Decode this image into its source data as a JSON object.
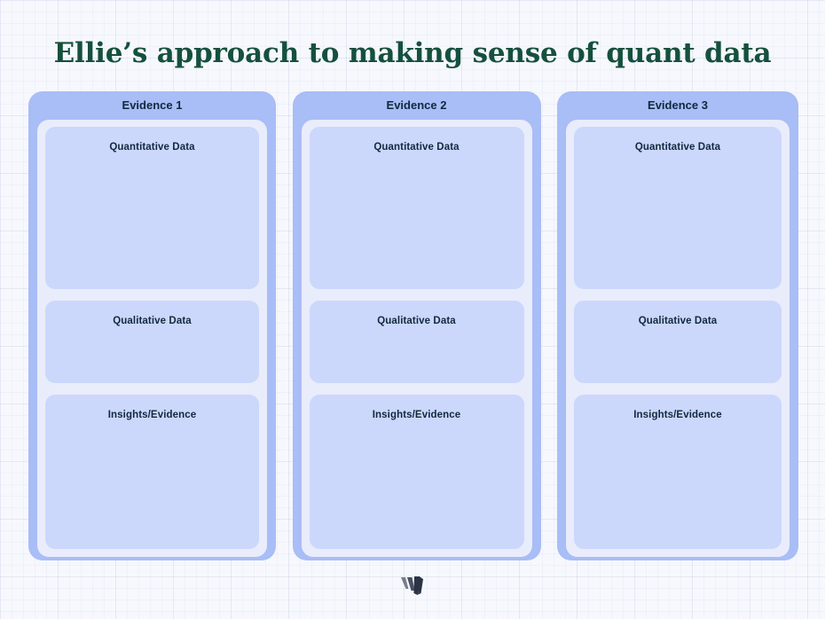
{
  "page": {
    "title": "Ellie’s approach to making sense of quant data",
    "background": "#f6f8fd",
    "grid_color": "#a8b6d6"
  },
  "theme": {
    "title_color": "#15503d",
    "card_color": "#a9bdf6",
    "panel_color": "#e9ecfb",
    "slot_color": "#ccd7fc",
    "label_color": "#10293f",
    "logo_color": "#2b3445"
  },
  "columns": [
    {
      "header": "Evidence 1",
      "slots": [
        {
          "label": "Quantitative Data"
        },
        {
          "label": "Qualitative Data"
        },
        {
          "label": "Insights/Evidence"
        }
      ]
    },
    {
      "header": "Evidence 2",
      "slots": [
        {
          "label": "Quantitative Data"
        },
        {
          "label": "Qualitative Data"
        },
        {
          "label": "Insights/Evidence"
        }
      ]
    },
    {
      "header": "Evidence 3",
      "slots": [
        {
          "label": "Quantitative Data"
        },
        {
          "label": "Qualitative Data"
        },
        {
          "label": "Insights/Evidence"
        }
      ]
    }
  ],
  "footer": {
    "logo_name": "brand-mark-w-logo"
  }
}
